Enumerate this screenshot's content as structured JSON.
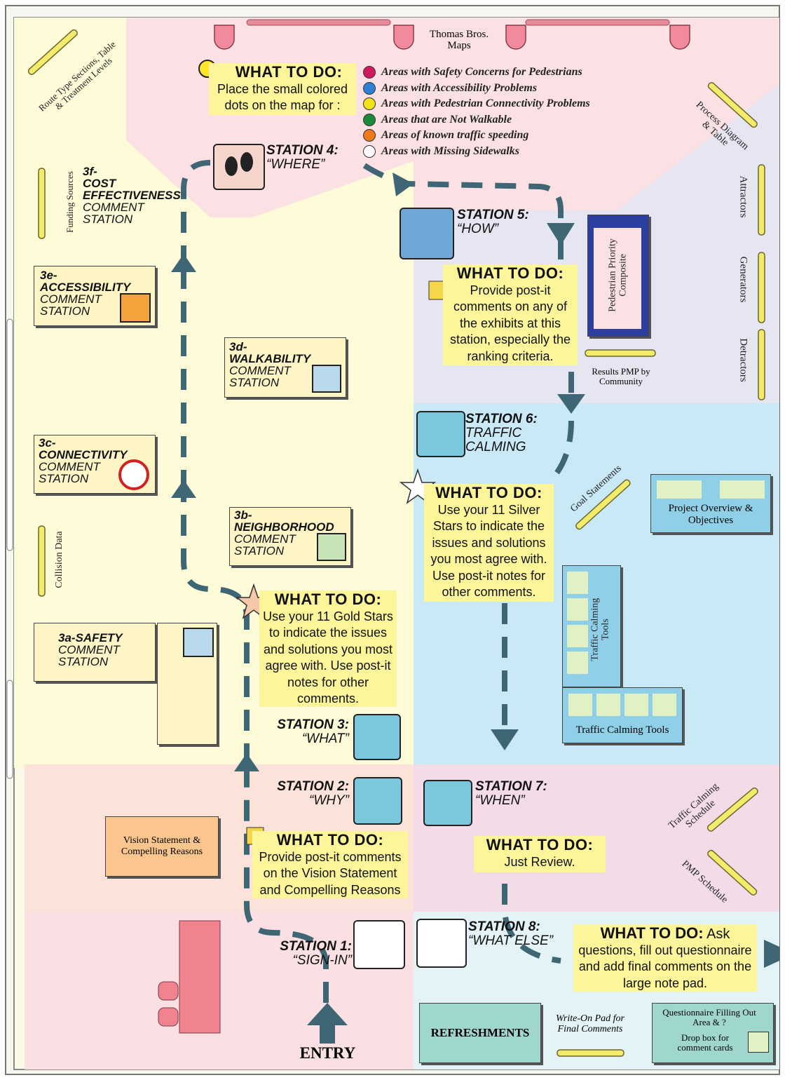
{
  "map_label": "Thomas Bros. Maps",
  "stations": {
    "s1": {
      "title": "STATION 1:",
      "sub": "“SIGN-IN”"
    },
    "s2": {
      "title": "STATION 2:",
      "sub": "“WHY”"
    },
    "s3": {
      "title": "STATION 3:",
      "sub": "“WHAT”"
    },
    "s4": {
      "title": "STATION 4:",
      "sub": "“WHERE”"
    },
    "s5": {
      "title": "STATION 5:",
      "sub": "“HOW”"
    },
    "s6": {
      "title": "STATION 6:",
      "sub1": "TRAFFIC",
      "sub2": "CALMING"
    },
    "s7": {
      "title": "STATION 7:",
      "sub": "“WHEN”"
    },
    "s8": {
      "title": "STATION 8:",
      "sub": "“WHAT ELSE”"
    }
  },
  "wtd": {
    "s4": {
      "head": "WHAT TO DO:",
      "l1": "Place the small colored",
      "l2": "dots on the map for :"
    },
    "s5": {
      "head": "WHAT TO DO:",
      "l1": "Provide post-it",
      "l2": "comments on any of",
      "l3": "the exhibits at this",
      "l4": "station, especially the",
      "l5": "ranking criteria."
    },
    "s6": {
      "head": "WHAT TO DO:",
      "l1": "Use your 11 Silver",
      "l2": "Stars to indicate the",
      "l3": "issues and solutions",
      "l4": "you most agree with.",
      "l5": "Use post-it notes for",
      "l6": "other comments."
    },
    "s3": {
      "head": "WHAT TO DO:",
      "l1": "Use your 11 Gold Stars",
      "l2": "to indicate the issues",
      "l3": "and solutions you most",
      "l4": "agree with. Use post-it",
      "l5": "notes for other",
      "l6": "comments."
    },
    "s2": {
      "head": "WHAT TO DO:",
      "l1": "Provide post-it comments",
      "l2": "on the Vision Statement",
      "l3": "and Compelling Reasons"
    },
    "s7": {
      "head": "WHAT TO DO:",
      "l1": "Just Review."
    },
    "s8": {
      "head": "WHAT TO DO:",
      "tail": "Ask",
      "l1": "questions, fill out questionnaire",
      "l2": "and add final comments on the",
      "l3": "large note pad."
    }
  },
  "legend": [
    {
      "color": "#d0195e",
      "label": "Areas with Safety Concerns for Pedestrians"
    },
    {
      "color": "#2e7fd6",
      "label": "Areas with Accessibility Problems"
    },
    {
      "color": "#f2e21a",
      "label": "Areas with Pedestrian Connectivity Problems"
    },
    {
      "color": "#1b8a3a",
      "label": "Areas that are Not Walkable"
    },
    {
      "color": "#f07a1a",
      "label": "Areas of  known traffic speeding"
    },
    {
      "color": "#ffffff",
      "label": "Areas with Missing Sidewalks"
    }
  ],
  "comment_stations": {
    "c3f": {
      "id": "3f-",
      "name": "COST",
      "name2": "EFFECTIVENESS",
      "l1": "COMMENT",
      "l2": "STATION"
    },
    "c3e": {
      "id": "3e-",
      "name": "ACCESSIBILITY",
      "l1": "COMMENT",
      "l2": "STATION"
    },
    "c3d": {
      "id": "3d-",
      "name": "WALKABILITY",
      "l1": "COMMENT",
      "l2": "STATION"
    },
    "c3c": {
      "id": "3c-",
      "name": "CONNECTIVITY",
      "l1": "COMMENT",
      "l2": "STATION"
    },
    "c3b": {
      "id": "3b-",
      "name": "NEIGHBORHOOD",
      "l1": "COMMENT",
      "l2": "STATION"
    },
    "c3a": {
      "name": "3a-SAFETY",
      "l1": "COMMENT",
      "l2": "STATION"
    }
  },
  "labels": {
    "route_type": "Route Type Sections, Table & Treatment Levels",
    "funding": "Funding Sources",
    "collision": "Collision Data",
    "process": "Process Diagram & Table",
    "attractors": "Attractors",
    "generators": "Generators",
    "detractors": "Detractors",
    "ppc": "Pedestrian Priority Composite",
    "results_pmp": "Results PMP by Community",
    "goal": "Goal Statements",
    "overview": "Project Overview & Objectives",
    "tct_vertical": "Traffic Calming Tools",
    "tct": "Traffic Calming Tools",
    "tc_schedule": "Traffic Calming Schedule",
    "pmp_schedule": "PMP Schedule",
    "vision": "Vision Statement & Compelling Reasons",
    "refreshments": "REFRESHMENTS",
    "write_on": "Write-On Pad for Final Comments",
    "questionnaire": "Questionnaire Filling Out Area & ?",
    "drop_box": "Drop box for comment cards",
    "entry": "ENTRY"
  }
}
